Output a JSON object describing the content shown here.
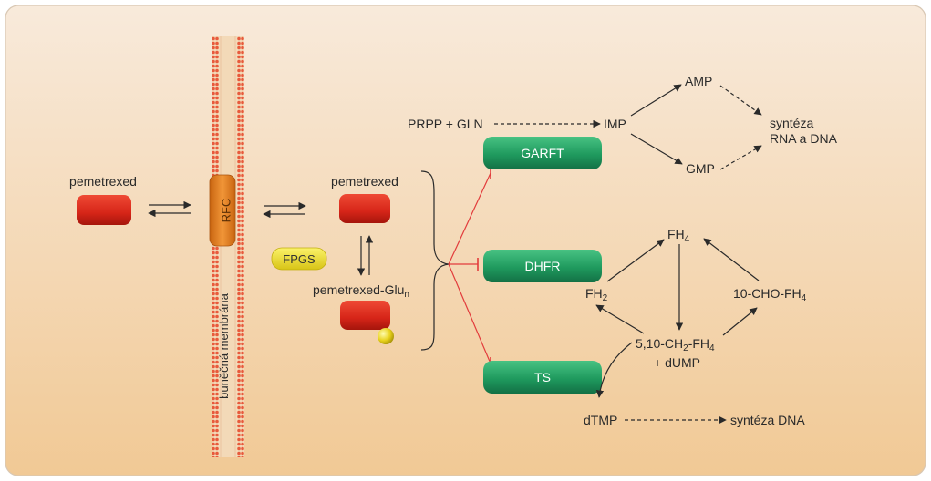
{
  "membrane": {
    "transporter": "RFC",
    "label": "buněčná membrána"
  },
  "drug": {
    "outside": "pemetrexed",
    "inside": "pemetrexed",
    "polyglutamate": "pemetrexed-Glu",
    "polyglutamate_subscript": "n",
    "enzyme": "FPGS"
  },
  "targets": [
    "GARFT",
    "DHFR",
    "TS"
  ],
  "purine": {
    "substrate": "PRPP + GLN",
    "intermediate": "IMP",
    "products": [
      "AMP",
      "GMP"
    ],
    "outcome_line1": "syntéza",
    "outcome_line2": "RNA a DNA"
  },
  "folate": {
    "fh4": "FH",
    "fh4_sub": "4",
    "fh2": "FH",
    "fh2_sub": "2",
    "cho_prefix": "10-CHO-FH",
    "cho_sub": "4",
    "methylene_a": "5,10-CH",
    "methylene_sub1": "2",
    "methylene_b": "-FH",
    "methylene_sub2": "4",
    "dump": "+ dUMP",
    "dtmp": "dTMP",
    "dna": "syntéza DNA"
  },
  "colors": {
    "background": "#f7e3c8",
    "drug_box": "#d62518",
    "transporter": "#e47f22",
    "fpgs": "#f0e22c",
    "target_box": "#1f9a5e",
    "inhibition": "#e23c3c"
  }
}
